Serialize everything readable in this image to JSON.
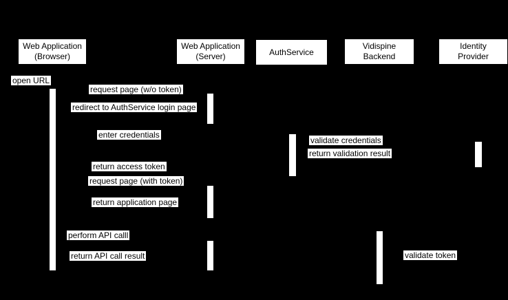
{
  "diagram": {
    "type": "sequence-diagram",
    "colors": {
      "background": "#000000",
      "participant_fill": "#ffffff",
      "activation_fill": "#ffffff",
      "label_background": "#ffffff",
      "text": "#000000"
    }
  },
  "participants": [
    {
      "label": "Web Application\n(Browser)"
    },
    {
      "label": "Web Application\n(Server)"
    },
    {
      "label": "AuthService"
    },
    {
      "label": "Vidispine\nBackend"
    },
    {
      "label": "Identity\nProvider"
    }
  ],
  "messages": [
    {
      "text": "open URL"
    },
    {
      "text": "request page (w/o token)"
    },
    {
      "text": "redirect to AuthService login page"
    },
    {
      "text": "enter credentials"
    },
    {
      "text": "validate credentials"
    },
    {
      "text": "return validation result"
    },
    {
      "text": "return access token"
    },
    {
      "text": "request page (with token)"
    },
    {
      "text": "return application page"
    },
    {
      "text": "perform API calll"
    },
    {
      "text": "return API call result"
    },
    {
      "text": "validate token"
    }
  ]
}
